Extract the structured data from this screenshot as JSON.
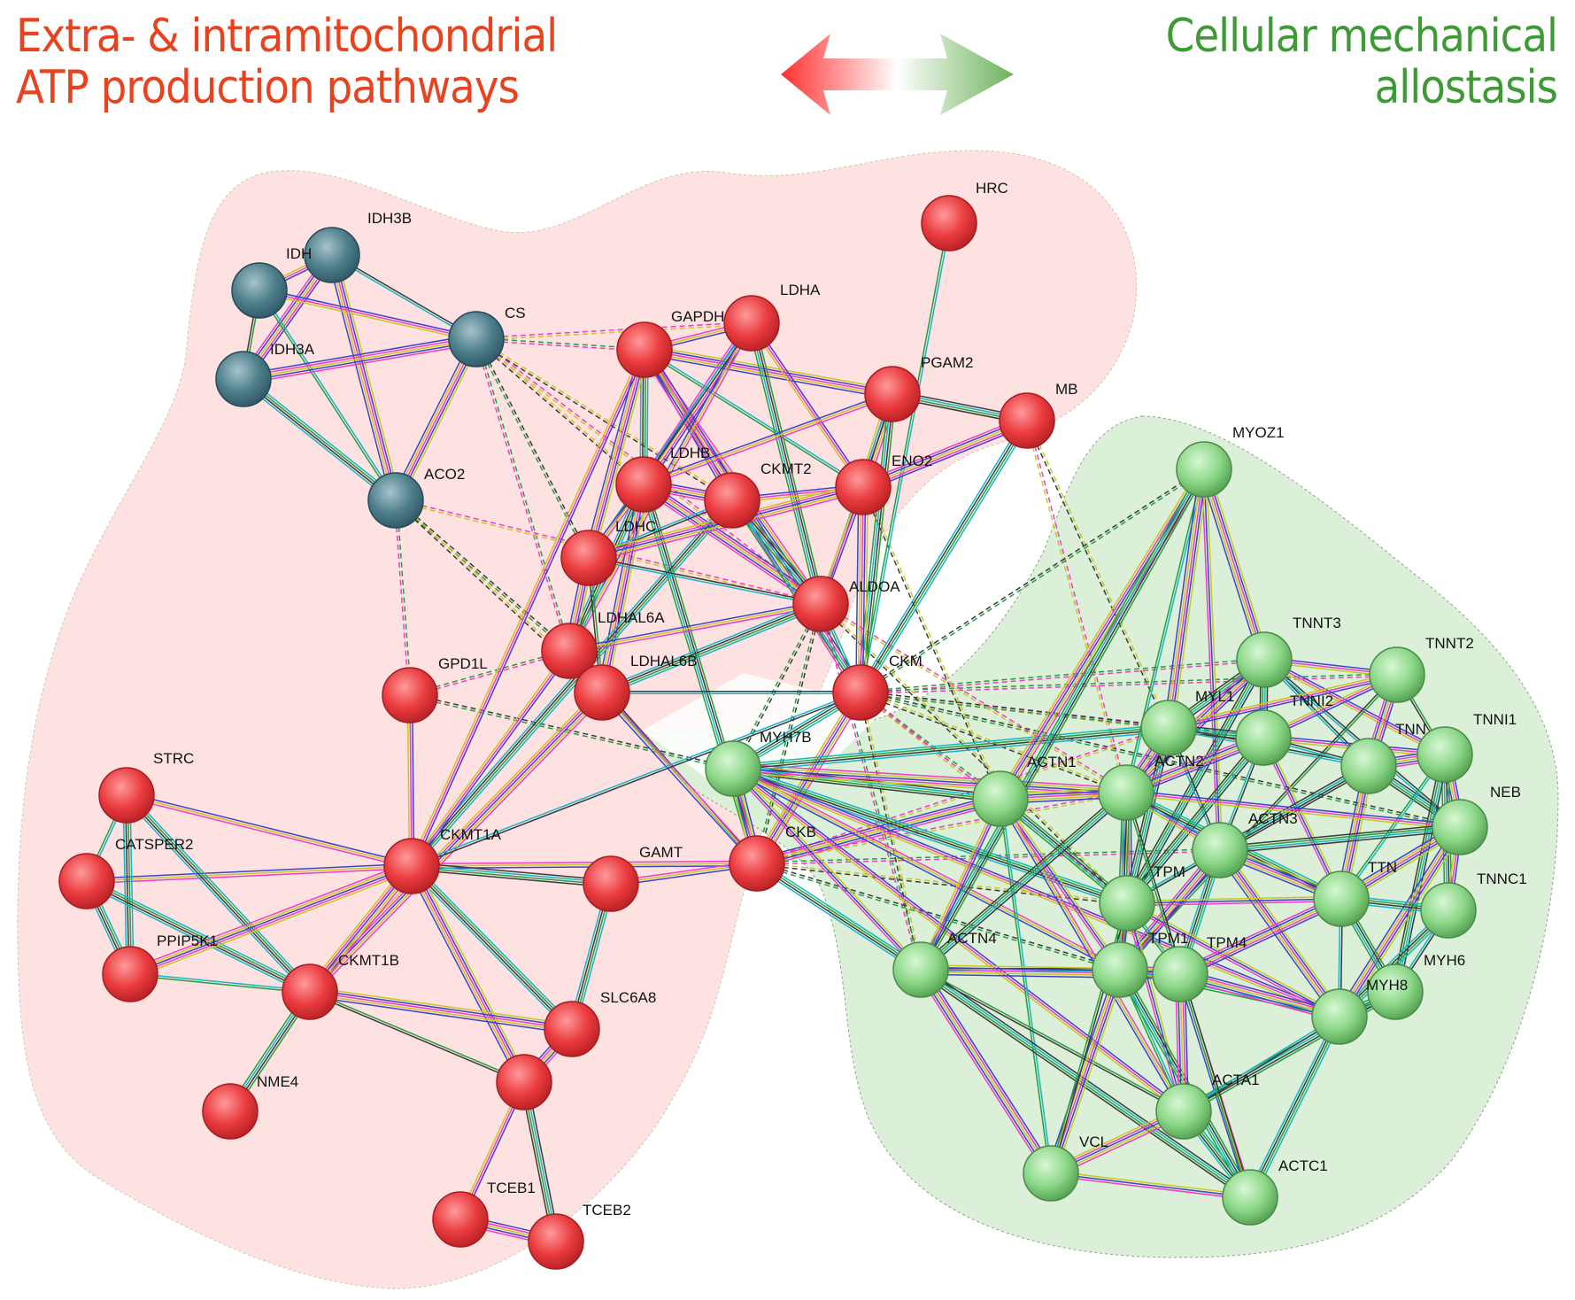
{
  "header": {
    "left_title_line1": "Extra- & intramitochondrial",
    "left_title_line2": "ATP production pathways",
    "right_title_line1": "Cellular mechanical",
    "right_title_line2": "allostasis"
  },
  "colors": {
    "left_title": "#e8431e",
    "right_title": "#3d9a35",
    "red_region": "#fde2e1",
    "green_region": "#dcefd8",
    "red_node": "#e8393c",
    "blue_node": "#4f7f8c",
    "green_node": "#8dd88a",
    "arrow_left": "#ff3b3b",
    "arrow_right": "#7bbf6a"
  },
  "nodes": [
    {
      "id": "IDH3B",
      "label": "IDH3B",
      "group": "blue"
    },
    {
      "id": "IDH3G",
      "label": "IDH",
      "group": "blue"
    },
    {
      "id": "IDH3A",
      "label": "IDH3A",
      "group": "blue"
    },
    {
      "id": "CS",
      "label": "CS",
      "group": "blue"
    },
    {
      "id": "ACO2",
      "label": "ACO2",
      "group": "blue"
    },
    {
      "id": "HRC",
      "label": "HRC",
      "group": "red"
    },
    {
      "id": "LDHA",
      "label": "LDHA",
      "group": "red"
    },
    {
      "id": "GAPDH",
      "label": "GAPDH",
      "group": "red"
    },
    {
      "id": "PGAM2",
      "label": "PGAM2",
      "group": "red"
    },
    {
      "id": "MB",
      "label": "MB",
      "group": "red"
    },
    {
      "id": "LDHB",
      "label": "LDHB",
      "group": "red"
    },
    {
      "id": "CKMT2",
      "label": "CKMT2",
      "group": "red"
    },
    {
      "id": "ENO2",
      "label": "ENO2",
      "group": "red"
    },
    {
      "id": "LDHC",
      "label": "LDHC",
      "group": "red"
    },
    {
      "id": "ALDOA",
      "label": "ALDOA",
      "group": "red"
    },
    {
      "id": "LDHAL6A",
      "label": "LDHAL6A",
      "group": "red"
    },
    {
      "id": "LDHAL6B",
      "label": "LDHAL6B",
      "group": "red"
    },
    {
      "id": "GPD1L",
      "label": "GPD1L",
      "group": "red"
    },
    {
      "id": "CKM",
      "label": "CKM",
      "group": "red"
    },
    {
      "id": "STRC",
      "label": "STRC",
      "group": "red"
    },
    {
      "id": "CATSPER2",
      "label": "CATSPER2",
      "group": "red"
    },
    {
      "id": "CKMT1A",
      "label": "CKMT1A",
      "group": "red"
    },
    {
      "id": "GAMT",
      "label": "GAMT",
      "group": "red"
    },
    {
      "id": "CKB",
      "label": "CKB",
      "group": "red"
    },
    {
      "id": "PPIP5K1",
      "label": "PPIP5K1",
      "group": "red"
    },
    {
      "id": "CKMT1B",
      "label": "CKMT1B",
      "group": "red"
    },
    {
      "id": "SLC6A8",
      "label": "SLC6A8",
      "group": "red"
    },
    {
      "id": "NME4",
      "label": "NME4",
      "group": "red"
    },
    {
      "id": "VHL",
      "label": "",
      "group": "red"
    },
    {
      "id": "TCEB1",
      "label": "TCEB1",
      "group": "red"
    },
    {
      "id": "TCEB2",
      "label": "TCEB2",
      "group": "red"
    },
    {
      "id": "MYH7B",
      "label": "MYH7B",
      "group": "green"
    },
    {
      "id": "MYOZ1",
      "label": "MYOZ1",
      "group": "green"
    },
    {
      "id": "TNNT3",
      "label": "TNNT3",
      "group": "green"
    },
    {
      "id": "TNNT2",
      "label": "TNNT2",
      "group": "green"
    },
    {
      "id": "MYL1",
      "label": "MYL1",
      "group": "green"
    },
    {
      "id": "TNNI2",
      "label": "TNNI2",
      "group": "green"
    },
    {
      "id": "TNNC2",
      "label": "TNN",
      "group": "green"
    },
    {
      "id": "TNNI1",
      "label": "TNNI1",
      "group": "green"
    },
    {
      "id": "ACTN1",
      "label": "ACTN1",
      "group": "green"
    },
    {
      "id": "ACTN2",
      "label": "ACTN2",
      "group": "green"
    },
    {
      "id": "NEB",
      "label": "NEB",
      "group": "green"
    },
    {
      "id": "ACTN3",
      "label": "ACTN3",
      "group": "green"
    },
    {
      "id": "TPM2",
      "label": "TPM",
      "group": "green"
    },
    {
      "id": "TTN",
      "label": "TTN",
      "group": "green"
    },
    {
      "id": "TNNC1",
      "label": "TNNC1",
      "group": "green"
    },
    {
      "id": "ACTN4",
      "label": "ACTN4",
      "group": "green"
    },
    {
      "id": "TPM1",
      "label": "TPM1",
      "group": "green"
    },
    {
      "id": "TPM4",
      "label": "TPM4",
      "group": "green"
    },
    {
      "id": "MYH6",
      "label": "MYH6",
      "group": "green"
    },
    {
      "id": "MYH8",
      "label": "MYH8",
      "group": "green"
    },
    {
      "id": "ACTA1",
      "label": "ACTA1",
      "group": "green"
    },
    {
      "id": "VCL",
      "label": "VCL",
      "group": "green"
    },
    {
      "id": "ACTC1",
      "label": "ACTC1",
      "group": "green"
    }
  ],
  "edges": [
    [
      "IDH3B",
      "IDH3G"
    ],
    [
      "IDH3B",
      "IDH3A"
    ],
    [
      "IDH3B",
      "CS"
    ],
    [
      "IDH3B",
      "ACO2"
    ],
    [
      "IDH3G",
      "IDH3A"
    ],
    [
      "IDH3G",
      "CS"
    ],
    [
      "IDH3G",
      "ACO2"
    ],
    [
      "IDH3A",
      "CS"
    ],
    [
      "IDH3A",
      "ACO2"
    ],
    [
      "CS",
      "ACO2"
    ],
    [
      "HRC",
      "CKM"
    ],
    [
      "GAPDH",
      "LDHA"
    ],
    [
      "GAPDH",
      "PGAM2"
    ],
    [
      "GAPDH",
      "LDHB"
    ],
    [
      "GAPDH",
      "CKMT2"
    ],
    [
      "GAPDH",
      "ENO2"
    ],
    [
      "GAPDH",
      "LDHC"
    ],
    [
      "GAPDH",
      "ALDOA"
    ],
    [
      "GAPDH",
      "CKM"
    ],
    [
      "GAPDH",
      "CKMT1A"
    ],
    [
      "LDHA",
      "LDHB"
    ],
    [
      "LDHA",
      "LDHC"
    ],
    [
      "LDHA",
      "ALDOA"
    ],
    [
      "LDHA",
      "LDHAL6A"
    ],
    [
      "LDHA",
      "ENO2"
    ],
    [
      "PGAM2",
      "ENO2"
    ],
    [
      "PGAM2",
      "MB"
    ],
    [
      "PGAM2",
      "ALDOA"
    ],
    [
      "PGAM2",
      "CKM"
    ],
    [
      "PGAM2",
      "LDHB"
    ],
    [
      "MB",
      "CKM"
    ],
    [
      "MB",
      "ENO2"
    ],
    [
      "LDHB",
      "LDHC"
    ],
    [
      "LDHB",
      "ALDOA"
    ],
    [
      "LDHB",
      "LDHAL6A"
    ],
    [
      "LDHB",
      "LDHAL6B"
    ],
    [
      "LDHB",
      "CKMT2"
    ],
    [
      "LDHB",
      "CKB"
    ],
    [
      "CKMT2",
      "ALDOA"
    ],
    [
      "CKMT2",
      "CKM"
    ],
    [
      "CKMT2",
      "CKMT1A"
    ],
    [
      "CKMT2",
      "ENO2"
    ],
    [
      "CKMT2",
      "LDHC"
    ],
    [
      "ENO2",
      "ALDOA"
    ],
    [
      "ENO2",
      "CKM"
    ],
    [
      "ENO2",
      "LDHC"
    ],
    [
      "LDHC",
      "LDHAL6A"
    ],
    [
      "LDHC",
      "LDHAL6B"
    ],
    [
      "LDHC",
      "ALDOA"
    ],
    [
      "ALDOA",
      "LDHAL6A"
    ],
    [
      "ALDOA",
      "LDHAL6B"
    ],
    [
      "ALDOA",
      "CKM"
    ],
    [
      "LDHAL6A",
      "LDHAL6B"
    ],
    [
      "LDHAL6A",
      "CKMT1A"
    ],
    [
      "LDHAL6A",
      "CKB"
    ],
    [
      "LDHAL6B",
      "CKM"
    ],
    [
      "LDHAL6B",
      "CKB"
    ],
    [
      "LDHAL6B",
      "CKMT1B"
    ],
    [
      "GPD1L",
      "CKMT1A"
    ],
    [
      "CKM",
      "CKB"
    ],
    [
      "CKM",
      "MYH7B"
    ],
    [
      "CKM",
      "CKMT1A"
    ],
    [
      "CKMT1A",
      "CKMT1B"
    ],
    [
      "CKMT1A",
      "CKB"
    ],
    [
      "CKMT1A",
      "GAMT"
    ],
    [
      "CKMT1A",
      "SLC6A8"
    ],
    [
      "CKMT1A",
      "VHL"
    ],
    [
      "CKMT1A",
      "CATSPER2"
    ],
    [
      "CKMT1A",
      "STRC"
    ],
    [
      "GAMT",
      "CKB"
    ],
    [
      "GAMT",
      "SLC6A8"
    ],
    [
      "CKB",
      "MYH7B"
    ],
    [
      "CKB",
      "ACTN4"
    ],
    [
      "CKB",
      "ACTN1"
    ],
    [
      "STRC",
      "CATSPER2"
    ],
    [
      "STRC",
      "PPIP5K1"
    ],
    [
      "STRC",
      "CKMT1B"
    ],
    [
      "CATSPER2",
      "PPIP5K1"
    ],
    [
      "CATSPER2",
      "CKMT1B"
    ],
    [
      "PPIP5K1",
      "CKMT1B"
    ],
    [
      "PPIP5K1",
      "CKMT1A"
    ],
    [
      "CKMT1B",
      "NME4"
    ],
    [
      "CKMT1B",
      "SLC6A8"
    ],
    [
      "CKMT1B",
      "VHL"
    ],
    [
      "VHL",
      "TCEB1"
    ],
    [
      "VHL",
      "TCEB2"
    ],
    [
      "TCEB1",
      "TCEB2"
    ],
    [
      "VHL",
      "SLC6A8"
    ],
    [
      "MYH7B",
      "ACTN1"
    ],
    [
      "MYH7B",
      "ACTN2"
    ],
    [
      "MYH7B",
      "TPM2"
    ],
    [
      "MYH7B",
      "ACTN4"
    ],
    [
      "MYH7B",
      "TPM1"
    ],
    [
      "MYH7B",
      "ACTA1"
    ],
    [
      "MYH7B",
      "MYL1"
    ],
    [
      "MYH7B",
      "MYH8"
    ],
    [
      "MYOZ1",
      "ACTN2"
    ],
    [
      "MYOZ1",
      "ACTN3"
    ],
    [
      "MYOZ1",
      "TNNT3"
    ],
    [
      "MYOZ1",
      "ACTN1"
    ],
    [
      "MYOZ1",
      "ACTN4"
    ],
    [
      "MYOZ1",
      "MYL1"
    ],
    [
      "TNNT3",
      "TNNT2"
    ],
    [
      "TNNT3",
      "MYL1"
    ],
    [
      "TNNT3",
      "TNNI2"
    ],
    [
      "TNNT3",
      "TNNC2"
    ],
    [
      "TNNT3",
      "TNNI1"
    ],
    [
      "TNNT3",
      "ACTN2"
    ],
    [
      "TNNT3",
      "TPM2"
    ],
    [
      "TNNT3",
      "NEB"
    ],
    [
      "TNNT2",
      "TNNI2"
    ],
    [
      "TNNT2",
      "TNNC2"
    ],
    [
      "TNNT2",
      "TNNI1"
    ],
    [
      "TNNT2",
      "MYL1"
    ],
    [
      "TNNT2",
      "TPM1"
    ],
    [
      "MYL1",
      "TNNI2"
    ],
    [
      "MYL1",
      "ACTN2"
    ],
    [
      "MYL1",
      "TPM2"
    ],
    [
      "MYL1",
      "TNNC2"
    ],
    [
      "MYL1",
      "ACTN3"
    ],
    [
      "TNNI2",
      "TNNC2"
    ],
    [
      "TNNI2",
      "TNNI1"
    ],
    [
      "TNNI2",
      "ACTN2"
    ],
    [
      "TNNI2",
      "ACTN3"
    ],
    [
      "TNNI2",
      "TPM2"
    ],
    [
      "TNNI2",
      "TTN"
    ],
    [
      "TNNC2",
      "TNNI1"
    ],
    [
      "TNNC2",
      "NEB"
    ],
    [
      "TNNC2",
      "TTN"
    ],
    [
      "TNNC2",
      "ACTN3"
    ],
    [
      "TNNC2",
      "TPM2"
    ],
    [
      "TNNI1",
      "NEB"
    ],
    [
      "TNNI1",
      "TNNC1"
    ],
    [
      "TNNI1",
      "TTN"
    ],
    [
      "TNNI1",
      "MYH6"
    ],
    [
      "ACTN1",
      "ACTN2"
    ],
    [
      "ACTN1",
      "ACTN4"
    ],
    [
      "ACTN1",
      "TPM2"
    ],
    [
      "ACTN1",
      "VCL"
    ],
    [
      "ACTN1",
      "TPM1"
    ],
    [
      "ACTN1",
      "ACTA1"
    ],
    [
      "ACTN2",
      "ACTN3"
    ],
    [
      "ACTN2",
      "TPM2"
    ],
    [
      "ACTN2",
      "TTN"
    ],
    [
      "ACTN2",
      "ACTN4"
    ],
    [
      "ACTN2",
      "TPM1"
    ],
    [
      "ACTN2",
      "NEB"
    ],
    [
      "NEB",
      "TTN"
    ],
    [
      "NEB",
      "TNNC1"
    ],
    [
      "NEB",
      "ACTN3"
    ],
    [
      "NEB",
      "MYH8"
    ],
    [
      "ACTN3",
      "TPM2"
    ],
    [
      "ACTN3",
      "TTN"
    ],
    [
      "ACTN3",
      "TPM4"
    ],
    [
      "ACTN3",
      "TPM1"
    ],
    [
      "ACTN3",
      "MYH8"
    ],
    [
      "TPM2",
      "TTN"
    ],
    [
      "TPM2",
      "TPM1"
    ],
    [
      "TPM2",
      "TPM4"
    ],
    [
      "TPM2",
      "MYH8"
    ],
    [
      "TPM2",
      "ACTA1"
    ],
    [
      "TTN",
      "TNNC1"
    ],
    [
      "TTN",
      "MYH6"
    ],
    [
      "TTN",
      "MYH8"
    ],
    [
      "TTN",
      "TPM4"
    ],
    [
      "TNNC1",
      "MYH6"
    ],
    [
      "TNNC1",
      "MYH8"
    ],
    [
      "ACTN4",
      "TPM1"
    ],
    [
      "ACTN4",
      "VCL"
    ],
    [
      "ACTN4",
      "ACTA1"
    ],
    [
      "ACTN4",
      "ACTC1"
    ],
    [
      "ACTN4",
      "TPM4"
    ],
    [
      "TPM1",
      "TPM4"
    ],
    [
      "TPM1",
      "ACTA1"
    ],
    [
      "TPM1",
      "VCL"
    ],
    [
      "TPM1",
      "ACTC1"
    ],
    [
      "TPM1",
      "MYH8"
    ],
    [
      "TPM4",
      "ACTA1"
    ],
    [
      "TPM4",
      "MYH8"
    ],
    [
      "TPM4",
      "ACTC1"
    ],
    [
      "MYH6",
      "MYH8"
    ],
    [
      "MYH6",
      "ACTA1"
    ],
    [
      "MYH8",
      "ACTA1"
    ],
    [
      "MYH8",
      "ACTC1"
    ],
    [
      "ACTA1",
      "VCL"
    ],
    [
      "ACTA1",
      "ACTC1"
    ],
    [
      "VCL",
      "ACTC1"
    ],
    [
      "VCL",
      "TPM2"
    ],
    [
      "ACTC1",
      "ACTN2"
    ]
  ],
  "dashed_edges": [
    [
      "CS",
      "GAPDH"
    ],
    [
      "CS",
      "LDHA"
    ],
    [
      "CS",
      "LDHB"
    ],
    [
      "CS",
      "LDHC"
    ],
    [
      "CS",
      "LDHAL6A"
    ],
    [
      "CS",
      "ALDOA"
    ],
    [
      "CS",
      "CKMT2"
    ],
    [
      "ACO2",
      "LDHAL6A"
    ],
    [
      "ACO2",
      "GPD1L"
    ],
    [
      "ACO2",
      "ALDOA"
    ],
    [
      "ACO2",
      "LDHAL6B"
    ],
    [
      "GPD1L",
      "MYH7B"
    ],
    [
      "GPD1L",
      "LDHAL6A"
    ],
    [
      "MB",
      "ACTN2"
    ],
    [
      "MB",
      "MYL1"
    ],
    [
      "CKM",
      "MYOZ1"
    ],
    [
      "CKM",
      "TNNT3"
    ],
    [
      "CKM",
      "MYL1"
    ],
    [
      "CKM",
      "ACTN2"
    ],
    [
      "CKM",
      "TNNI2"
    ],
    [
      "CKM",
      "ACTN1"
    ],
    [
      "CKM",
      "TPM2"
    ],
    [
      "CKM",
      "ACTN4"
    ],
    [
      "CKM",
      "NEB"
    ],
    [
      "CKM",
      "TNNT2"
    ],
    [
      "ALDOA",
      "ACTN2"
    ],
    [
      "ALDOA",
      "TPM2"
    ],
    [
      "ALDOA",
      "MYH7B"
    ],
    [
      "ALDOA",
      "ACTN4"
    ],
    [
      "CKB",
      "ACTN2"
    ],
    [
      "CKB",
      "TPM2"
    ],
    [
      "CKB",
      "TPM1"
    ],
    [
      "CKB",
      "ACTN3"
    ],
    [
      "CKB",
      "MYL1"
    ],
    [
      "ENO2",
      "ACTN1"
    ],
    [
      "ALDOA",
      "CKB"
    ]
  ]
}
